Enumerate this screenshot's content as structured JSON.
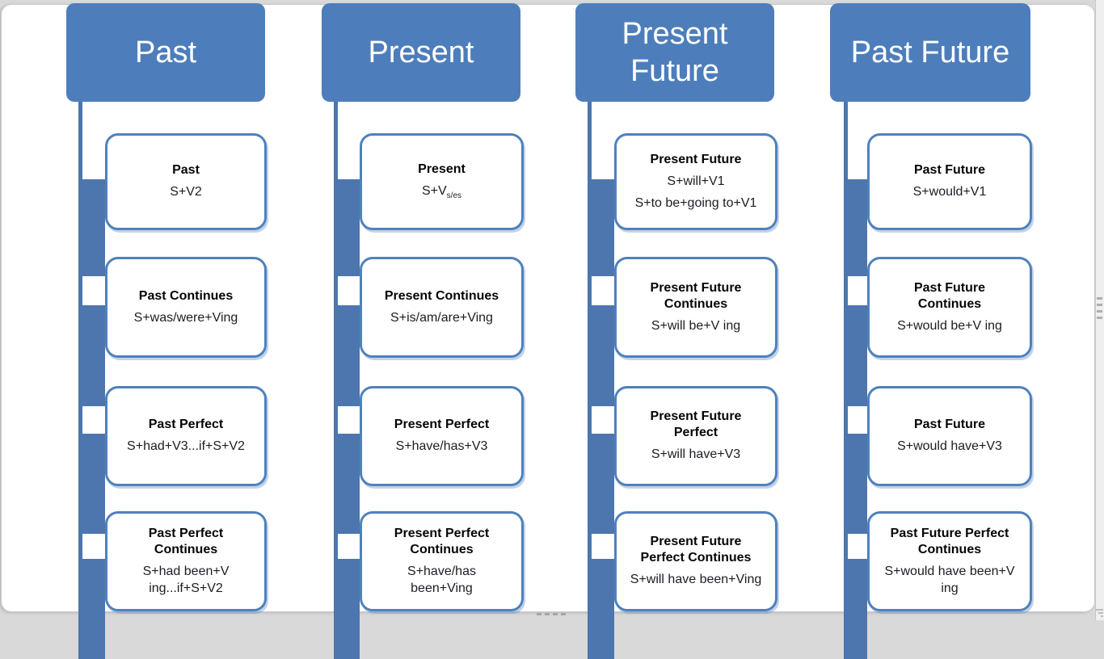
{
  "style": {
    "accent_blue": "#4d7ebb",
    "box_border_blue": "#4f81bd",
    "connector_blue": "#4c76ad"
  },
  "columns": [
    {
      "header": "Past",
      "items": [
        {
          "title": "Past",
          "formula": "S+V2"
        },
        {
          "title": "Past Continues",
          "formula": "S+was/were+Ving"
        },
        {
          "title": "Past Perfect",
          "formula": "S+had+V3...if+S+V2"
        },
        {
          "title": "Past Perfect Continues",
          "formula": "S+had been+V ing...if+S+V2"
        }
      ]
    },
    {
      "header": "Present",
      "items": [
        {
          "title": "Present",
          "formula": "S+V",
          "formula_sub": "s/es"
        },
        {
          "title": "Present Continues",
          "formula": "S+is/am/are+Ving"
        },
        {
          "title": "Present Perfect",
          "formula": "S+have/has+V3"
        },
        {
          "title": "Present Perfect Continues",
          "formula": "S+have/has been+Ving"
        }
      ]
    },
    {
      "header": "Present Future",
      "items": [
        {
          "title": "Present Future",
          "formula": "S+will+V1",
          "formula2": "S+to be+going to+V1"
        },
        {
          "title": "Present Future Continues",
          "formula": "S+will be+V ing"
        },
        {
          "title": "Present Future Perfect",
          "formula": "S+will have+V3"
        },
        {
          "title": "Present Future Perfect Continues",
          "formula": "S+will have been+Ving"
        }
      ]
    },
    {
      "header": "Past Future",
      "items": [
        {
          "title": "Past Future",
          "formula": "S+would+V1"
        },
        {
          "title": "Past Future Continues",
          "formula": "S+would  be+V ing"
        },
        {
          "title": "Past Future",
          "formula": "S+would  have+V3"
        },
        {
          "title": "Past Future Perfect Continues",
          "formula": "S+would have been+V ing"
        }
      ]
    }
  ]
}
